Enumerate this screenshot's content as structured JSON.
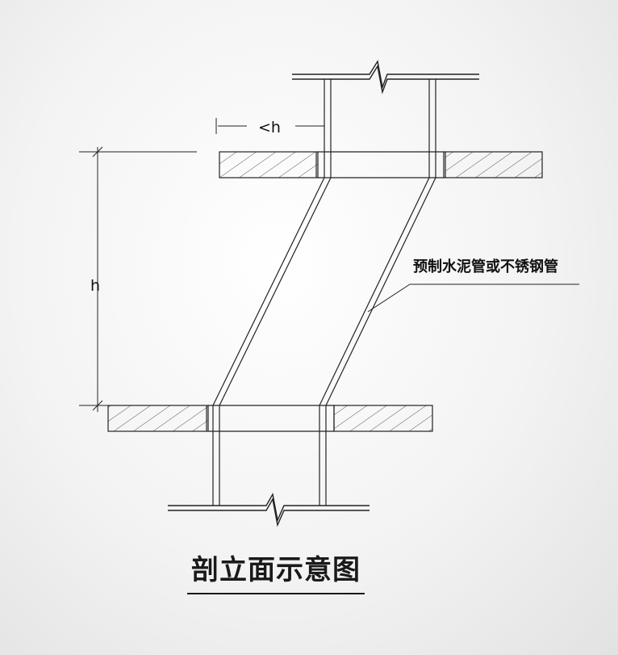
{
  "diagram": {
    "dim_small_label": "<h",
    "dim_height_label": "h",
    "callout_label": "预制水泥管或不锈钢管",
    "caption": "剖立面示意图"
  },
  "colors": {
    "line": "#222222",
    "hatch": "#555555",
    "background": "#f3f3f3"
  }
}
